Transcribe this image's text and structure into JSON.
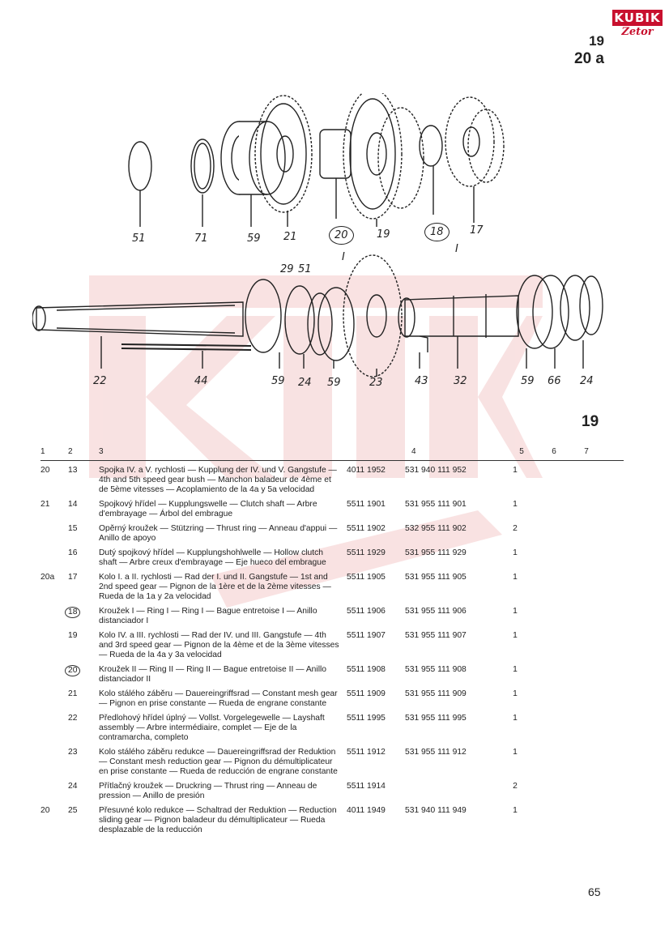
{
  "logo": {
    "top": "KUBIK",
    "bottom": "Zetor"
  },
  "figure_ref": {
    "line1": "19",
    "line2": "20 a"
  },
  "figure_number": "19",
  "page_number": "65",
  "callouts": {
    "c51a": "51",
    "c71": "71",
    "c59a": "59",
    "c21": "21",
    "c20": "20",
    "c19": "19",
    "c18": "18",
    "c17": "17",
    "cI1": "I",
    "cI2": "I",
    "c29": "29",
    "c51b": "51",
    "c22": "22",
    "c44": "44",
    "c59b": "59",
    "c24a": "24",
    "c59c": "59",
    "c23": "23",
    "c43": "43",
    "c32": "32",
    "c59d": "59",
    "c66": "66",
    "c24b": "24"
  },
  "table": {
    "headers": [
      "1",
      "2",
      "3",
      "4",
      "5",
      "6",
      "7"
    ],
    "rows": [
      {
        "c1": "20",
        "c2": "13",
        "desc": "Spojka IV. a V. rychlosti — Kupplung der IV. und V. Gangstufe — 4th and 5th speed gear bush — Manchon baladeur de 4ème et de 5ème vitesses — Acoplamiento de la 4a y 5a velocidad",
        "p1": "4011 1952",
        "p2": "531 940 111 952",
        "qty": "1"
      },
      {
        "c1": "21",
        "c2": "14",
        "desc": "Spojkový hřídel — Kupplungswelle — Clutch shaft — Arbre d'embrayage — Árbol del embrague",
        "p1": "5511 1901",
        "p2": "531 955 111 901",
        "qty": "1"
      },
      {
        "c1": "",
        "c2": "15",
        "desc": "Opěrný kroužek — Stützring — Thrust ring — Anneau d'appui — Anillo de apoyo",
        "p1": "5511 1902",
        "p2": "532 955 111 902",
        "qty": "2"
      },
      {
        "c1": "",
        "c2": "16",
        "desc": "Dutý spojkový hřídel — Kupplungshohlwelle — Hollow clutch shaft — Arbre creux d'embrayage — Eje hueco del embrague",
        "p1": "5511 1929",
        "p2": "531 955 111 929",
        "qty": "1"
      },
      {
        "c1": "20a",
        "c2": "17",
        "desc": "Kolo I. a II. rychlosti — Rad der I. und II. Gangstufe — 1st and 2nd speed gear — Pignon de la 1ère et de la 2ème vitesses — Rueda de la 1a y 2a velocidad",
        "p1": "5511 1905",
        "p2": "531 955 111 905",
        "qty": "1"
      },
      {
        "c1": "",
        "c2": "18",
        "desc": "Kroužek I — Ring I — Ring I — Bague entretoise I — Anillo distanciador I",
        "p1": "5511 1906",
        "p2": "531 955 111 906",
        "qty": "1",
        "circled": true
      },
      {
        "c1": "",
        "c2": "19",
        "desc": "Kolo IV. a III. rychlosti — Rad der IV. und III. Gangstufe — 4th and 3rd speed gear — Pignon de la 4ème et de la 3ème vitesses — Rueda de la 4a y 3a velocidad",
        "p1": "5511 1907",
        "p2": "531 955 111 907",
        "qty": "1"
      },
      {
        "c1": "",
        "c2": "20",
        "desc": "Kroužek II — Ring II — Ring II — Bague entretoise II — Anillo distanciador II",
        "p1": "5511 1908",
        "p2": "531 955 111 908",
        "qty": "1",
        "circled": true
      },
      {
        "c1": "",
        "c2": "21",
        "desc": "Kolo stálého záběru — Dauereingriffsrad — Constant mesh gear — Pignon en prise constante — Rueda de engrane constante",
        "p1": "5511 1909",
        "p2": "531 955 111 909",
        "qty": "1"
      },
      {
        "c1": "",
        "c2": "22",
        "desc": "Předlohový hřídel úplný — Vollst. Vorgelegewelle — Layshaft assembly — Arbre intermédiaire, complet — Eje de la contramarcha, completo",
        "p1": "5511 1995",
        "p2": "531 955 111 995",
        "qty": "1"
      },
      {
        "c1": "",
        "c2": "23",
        "desc": "Kolo stálého záběru redukce — Dauereingriffsrad der Reduktion — Constant mesh reduction gear — Pignon du démultiplicateur en prise constante — Rueda de reducción de engrane constante",
        "p1": "5511 1912",
        "p2": "531 955 111 912",
        "qty": "1"
      },
      {
        "c1": "",
        "c2": "24",
        "desc": "Přítlačný kroužek — Druckring — Thrust ring — Anneau de pression — Anillo de presión",
        "p1": "5511 1914",
        "p2": "",
        "qty": "2"
      },
      {
        "c1": "20",
        "c2": "25",
        "desc": "Přesuvné kolo redukce — Schaltrad der Reduktion — Reduction sliding gear — Pignon baladeur du démultiplicateur — Rueda desplazable de la reducción",
        "p1": "4011 1949",
        "p2": "531 940 111 949",
        "qty": "1"
      }
    ]
  }
}
